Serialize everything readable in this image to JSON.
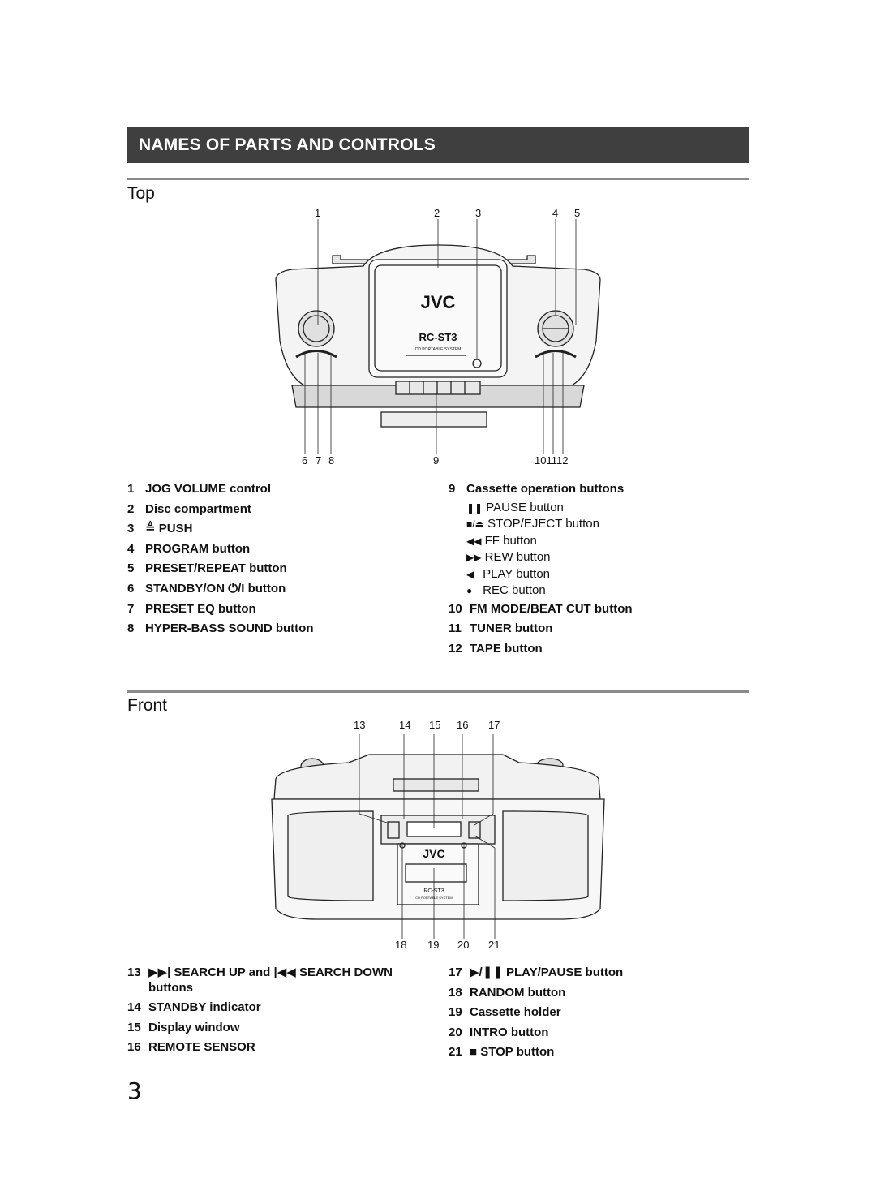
{
  "header": {
    "title": "NAMES OF PARTS AND CONTROLS"
  },
  "top_section": {
    "title": "Top",
    "callouts_top": [
      "1",
      "2",
      "3",
      "4",
      "5"
    ],
    "callouts_bottom": [
      "6",
      "7",
      "8",
      "9",
      "101112"
    ],
    "device": {
      "brand": "JVC",
      "model": "RC-ST3",
      "subtitle": "CD PORTABLE SYSTEM"
    },
    "parts_left": [
      {
        "num": "1",
        "label": "JOG VOLUME control"
      },
      {
        "num": "2",
        "label": "Disc compartment"
      },
      {
        "num": "3",
        "label": "≜ PUSH"
      },
      {
        "num": "4",
        "label": "PROGRAM button"
      },
      {
        "num": "5",
        "label": "PRESET/REPEAT button"
      },
      {
        "num": "6",
        "label": "STANDBY/ON ⏻/I button"
      },
      {
        "num": "7",
        "label": "PRESET EQ button"
      },
      {
        "num": "8",
        "label": "HYPER-BASS SOUND button"
      }
    ],
    "parts_right": {
      "heading": {
        "num": "9",
        "label": "Cassette operation buttons"
      },
      "sub_items": [
        {
          "glyph": "❚❚",
          "label": "PAUSE button"
        },
        {
          "glyph": "■/⏏",
          "label": "STOP/EJECT button"
        },
        {
          "glyph": "◀◀",
          "label": "FF button"
        },
        {
          "glyph": "▶▶",
          "label": "REW button"
        },
        {
          "glyph": "◀",
          "label": "PLAY button"
        },
        {
          "glyph": "●",
          "label": "REC button"
        }
      ],
      "more": [
        {
          "num": "10",
          "label": "FM MODE/BEAT CUT button"
        },
        {
          "num": "11",
          "label": "TUNER button"
        },
        {
          "num": "12",
          "label": "TAPE button"
        }
      ]
    }
  },
  "front_section": {
    "title": "Front",
    "callouts_top": [
      "13",
      "14",
      "15",
      "16",
      "17"
    ],
    "callouts_bottom": [
      "18",
      "19",
      "20",
      "21"
    ],
    "parts_left": [
      {
        "num": "13",
        "label": "▶▶| SEARCH UP and |◀◀ SEARCH DOWN",
        "cont": "buttons"
      },
      {
        "num": "14",
        "label": "STANDBY indicator"
      },
      {
        "num": "15",
        "label": "Display window"
      },
      {
        "num": "16",
        "label": "REMOTE SENSOR"
      }
    ],
    "parts_right": [
      {
        "num": "17",
        "label": "▶/❚❚ PLAY/PAUSE button"
      },
      {
        "num": "18",
        "label": "RANDOM button"
      },
      {
        "num": "19",
        "label": "Cassette holder"
      },
      {
        "num": "20",
        "label": "INTRO button"
      },
      {
        "num": "21",
        "label": "■ STOP button"
      }
    ]
  },
  "page_number": "3"
}
